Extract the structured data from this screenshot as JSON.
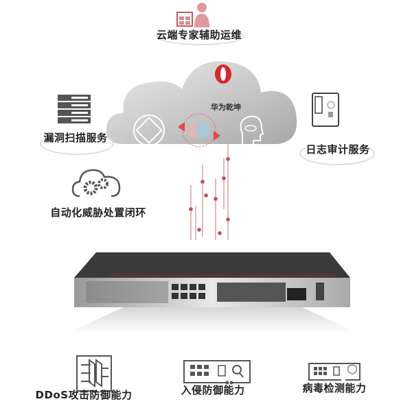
{
  "top": {
    "label": "云端专家辅助运维"
  },
  "cloud": {
    "brand": "华为乾坤"
  },
  "left": {
    "label": "漏洞扫描服务"
  },
  "right": {
    "label": "日志审计服务"
  },
  "automation": {
    "label": "自动化威胁处置闭环"
  },
  "capabilities": [
    {
      "label": "DDoS攻击防御能力"
    },
    {
      "label": "入侵防御能力"
    },
    {
      "label": "病毒检测能力"
    }
  ],
  "colors": {
    "accent": "#d9262c",
    "icon_gray": "#555555",
    "text": "#222222"
  }
}
